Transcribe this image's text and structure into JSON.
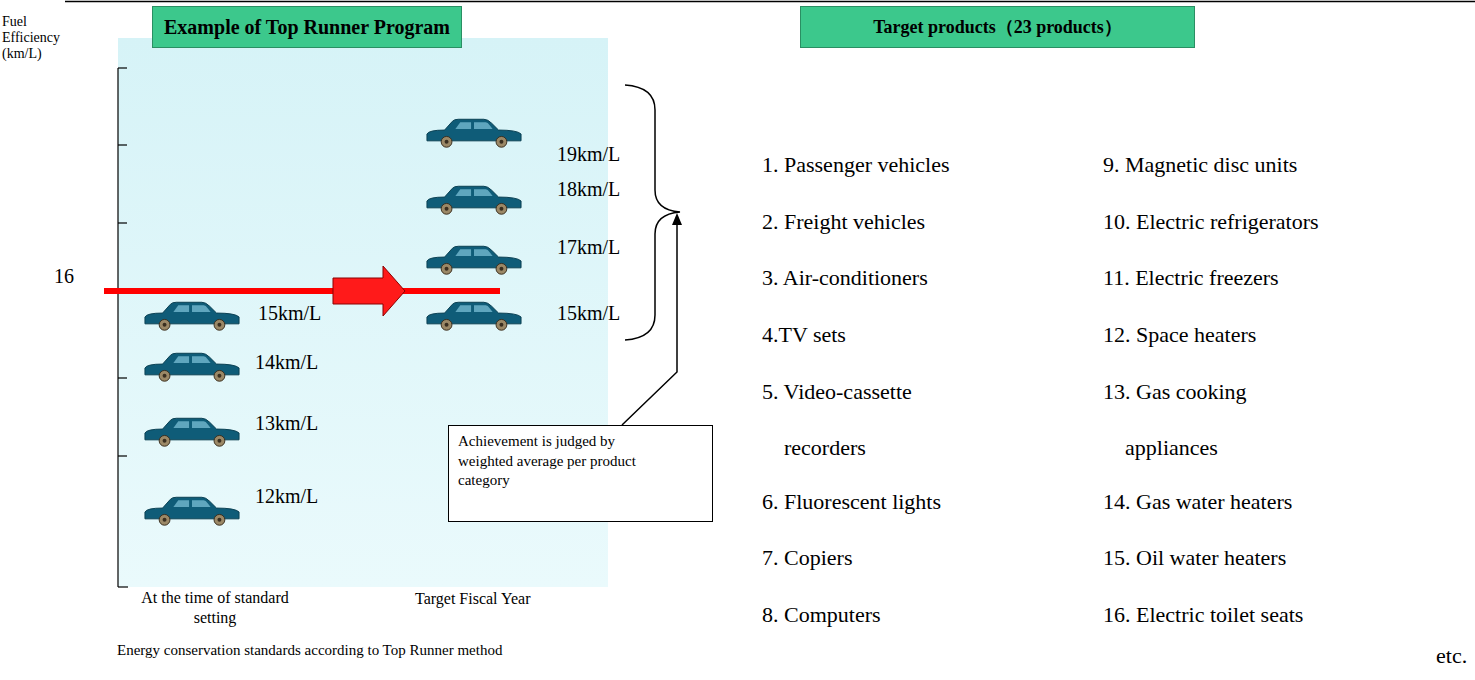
{
  "diagram": {
    "nodes": [
      {
        "text": [
          "Example of Top Runner Program"
        ]
      },
      {
        "text": [
          "Target products（23 products）"
        ]
      },
      {
        "text": [
          "Achievement is judged by weighted average per product category"
        ]
      }
    ],
    "labels": [
      "Fuel Efficiency (km/L)",
      "19km/L",
      "18km/L",
      "17km/L",
      "16",
      "15km/L",
      "15km/L",
      "14km/L",
      "13km/L",
      "12km/L",
      "At the time of standard setting",
      "Target Fiscal Year",
      "Energy conservation standards according to Top Runner method",
      "1. Passenger vehicles",
      "9. Magnetic disc units",
      "2. Freight vehicles",
      "10. Electric refrigerators",
      "3. Air-conditioners",
      "11. Electric freezers",
      "4.TV sets",
      "12. Space heaters",
      "5. Video-cassette recorders",
      "13. Gas cooking appliances",
      "6. Fluorescent lights",
      "14. Gas water heaters",
      "7. Copiers",
      "15. Oil water heaters",
      "8. Computers",
      "16. Electric toilet seats",
      "etc."
    ]
  }
}
